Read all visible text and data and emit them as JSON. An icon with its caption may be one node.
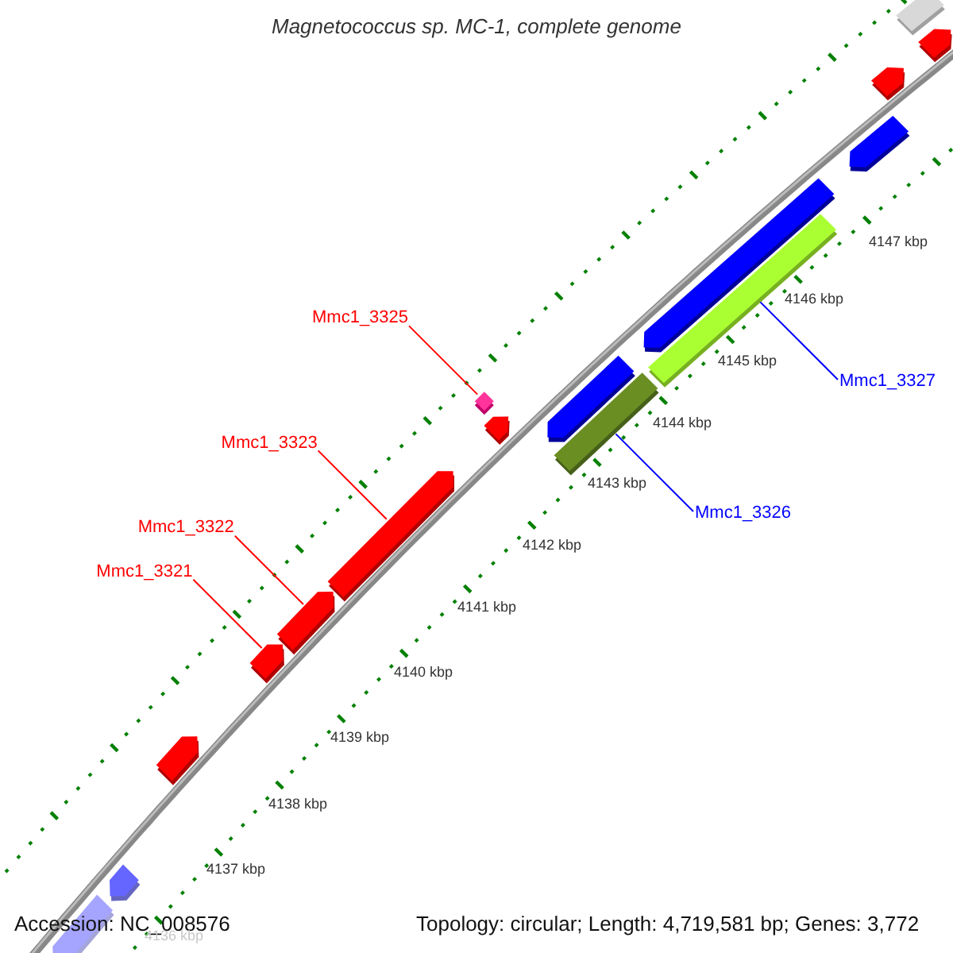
{
  "diagram": {
    "title": "Magnetococcus sp. MC-1, complete genome",
    "nodes": [
      {
        "text": [
          "Mmc1_3325"
        ]
      },
      {
        "text": [],
        "shape": "diamond"
      },
      {
        "text": [
          "Mmc1_3323"
        ]
      },
      {
        "text": [],
        "shape": "arrow"
      },
      {
        "text": [
          "Mmc1_3322"
        ]
      },
      {
        "text": [],
        "shape": "arrow"
      },
      {
        "text": [
          "Mmc1_3321"
        ]
      },
      {
        "text": [],
        "shape": "arrow"
      },
      {
        "text": [
          "Mmc1_3327"
        ]
      },
      {
        "text": [],
        "shape": "bar"
      },
      {
        "text": [
          "Mmc1_3326"
        ]
      },
      {
        "text": [],
        "shape": "bar"
      }
    ],
    "edges": [
      {
        "from": 0,
        "to": 1,
        "arrow": "none"
      },
      {
        "from": 2,
        "to": 3,
        "arrow": "none"
      },
      {
        "from": 4,
        "to": 5,
        "arrow": "none"
      },
      {
        "from": 6,
        "to": 7,
        "arrow": "none"
      },
      {
        "from": 8,
        "to": 9,
        "arrow": "none",
        "color": "#0000ff"
      },
      {
        "from": 10,
        "to": 11,
        "arrow": "none",
        "color": "#0000ff"
      }
    ],
    "labels": [
      "4147 kbp",
      "4146 kbp",
      "4145 kbp",
      "4144 kbp",
      "4143 kbp",
      "4142 kbp",
      "4141 kbp",
      "4140 kbp",
      "4139 kbp",
      "4138 kbp",
      "4137 kbp",
      "Accession: NC_008576",
      "Topology: circular; Length: 4,719,581 bp; Genes: 3,772",
      "4136 kbp"
    ]
  }
}
